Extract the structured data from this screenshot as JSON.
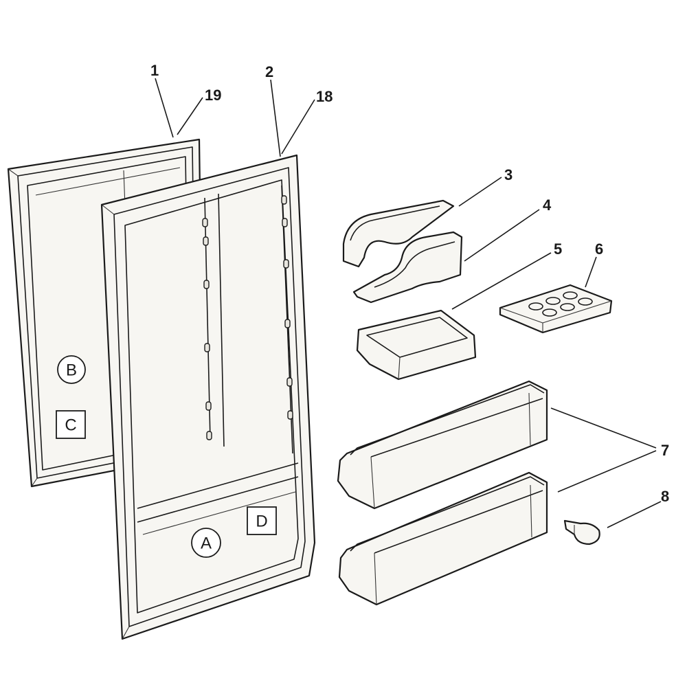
{
  "callouts": {
    "c1": "1",
    "c19": "19",
    "c2": "2",
    "c18": "18",
    "c3": "3",
    "c4": "4",
    "c5": "5",
    "c6": "6",
    "c7": "7",
    "c8": "8"
  },
  "markers": {
    "a": "A",
    "b": "B",
    "c": "C",
    "d": "D"
  },
  "colors": {
    "line": "#1a1a1a",
    "fill": "#f7f6f2",
    "background": "#ffffff"
  }
}
